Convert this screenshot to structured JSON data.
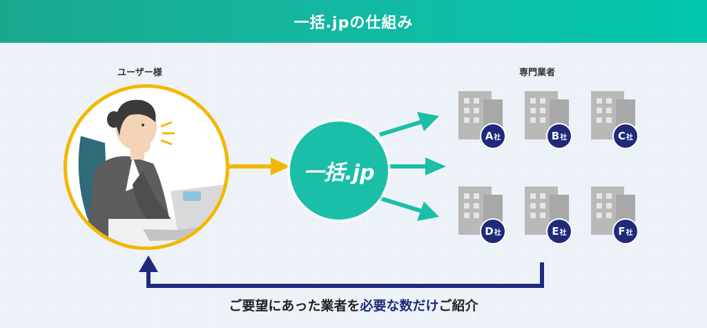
{
  "header": {
    "title": "一括.jpの仕組み"
  },
  "labels": {
    "user": "ユーザー様",
    "vendors": "専門業者"
  },
  "hub": {
    "label": "一括.jp"
  },
  "vendors": [
    {
      "letter": "A",
      "suffix": "社"
    },
    {
      "letter": "B",
      "suffix": "社"
    },
    {
      "letter": "C",
      "suffix": "社"
    },
    {
      "letter": "D",
      "suffix": "社"
    },
    {
      "letter": "E",
      "suffix": "社"
    },
    {
      "letter": "F",
      "suffix": "社"
    }
  ],
  "caption": {
    "part1": "ご要望にあった業者を",
    "part2": "必要な数だけ",
    "part3": "ご紹介"
  },
  "colors": {
    "header": "#13b9a2",
    "hub": "#1bbea6",
    "user_ring": "#f2b800",
    "navy": "#1f2a7b",
    "arrow_teal": "#1bbea6",
    "building": "#b9b9b9"
  }
}
